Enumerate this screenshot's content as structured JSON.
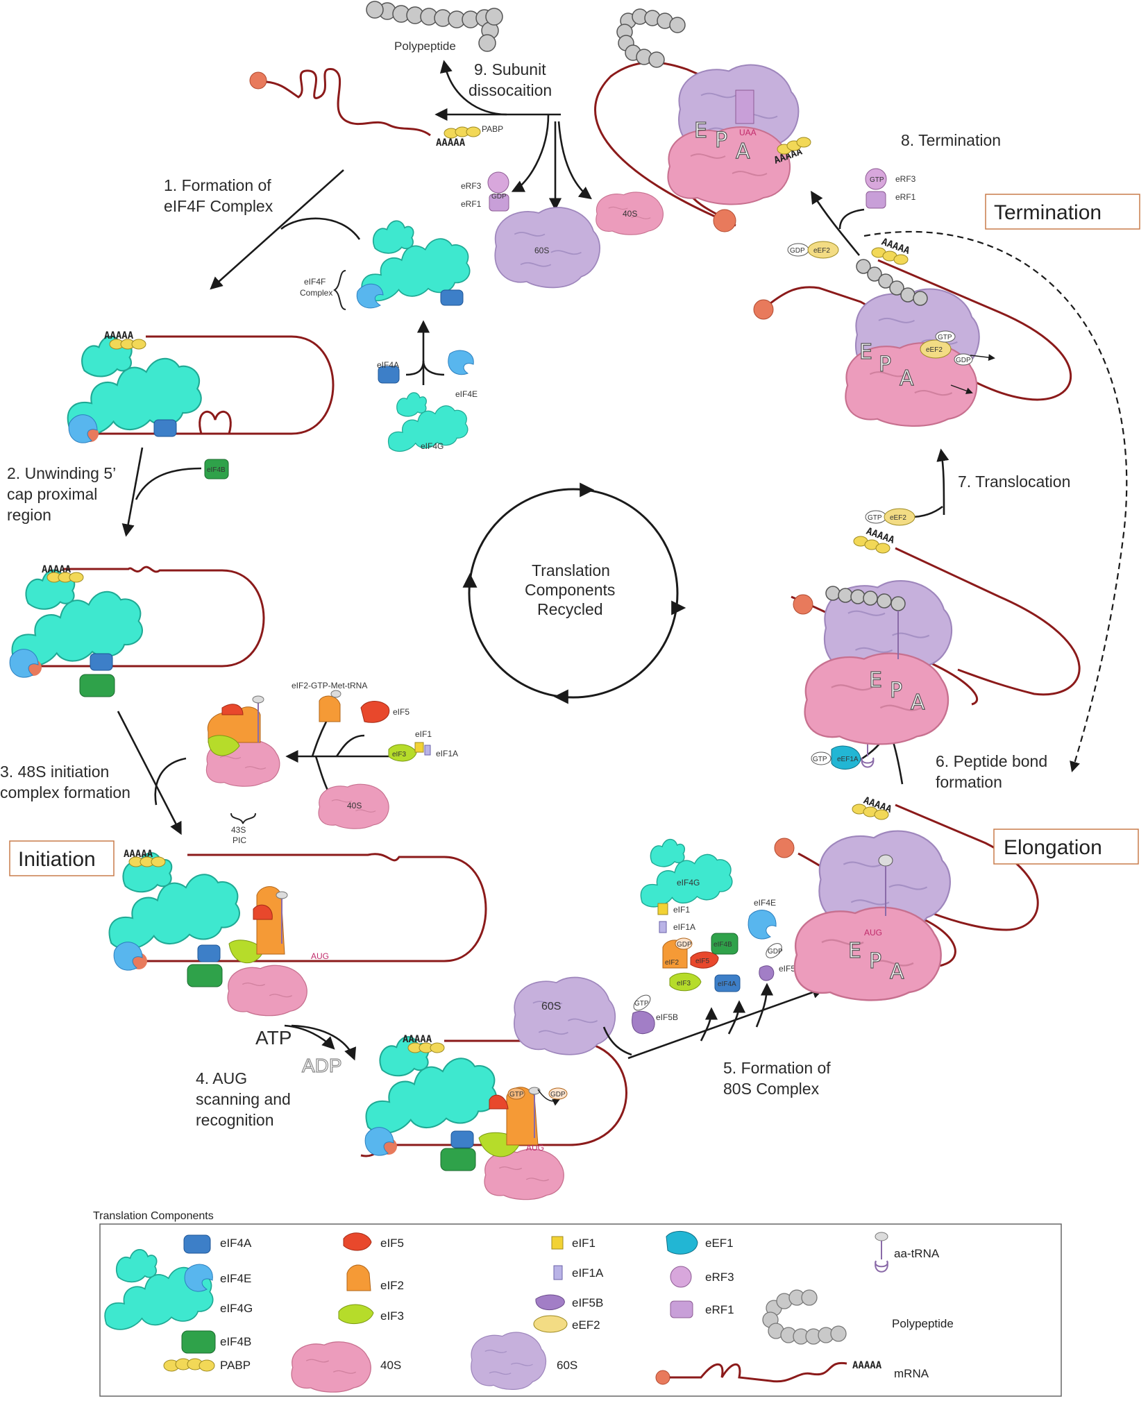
{
  "steps": {
    "s1": "1. Formation of",
    "s1b": "eIF4F Complex",
    "s2": "2. Unwinding 5’",
    "s2b": "cap proximal",
    "s2c": "region",
    "s3": "3. 48S initiation",
    "s3b": "complex formation",
    "s4": "4. AUG",
    "s4b": "scanning and",
    "s4c": "recognition",
    "s5": "5. Formation of",
    "s5b": "80S Complex",
    "s6": "6. Peptide bond",
    "s6b": "formation",
    "s7": "7. Translocation",
    "s8": "8. Termination",
    "s9": "9. Subunit",
    "s9b": "dissocaition"
  },
  "phases": {
    "initiation": "Initiation",
    "elongation": "Elongation",
    "termination": "Termination"
  },
  "center": {
    "line1": "Translation",
    "line2": "Components",
    "line3": "Recycled"
  },
  "labels": {
    "polypeptide": "Polypeptide",
    "pabp": "PABP",
    "eif4f_complex_1": "eIF4F",
    "eif4f_complex_2": "Complex",
    "eif4a": "eIF4A",
    "eif4e": "eIF4E",
    "eif4g": "eIF4G",
    "eif4b": "eIF4B",
    "erf3": "eRF3",
    "erf1": "eRF1",
    "gdp": "GDP",
    "gtp": "GTP",
    "s60": "60S",
    "s40": "40S",
    "eef2": "eEF2",
    "eef1a": "eEF1A",
    "eif2_gtp_met": "eIF2-GTP-Met-tRNA",
    "eif5": "eIF5",
    "eif1": "eIF1",
    "eif1a": "eIF1A",
    "eif3": "eIF3",
    "eif2": "eIF2",
    "eif5b": "eIF5B",
    "pic_43s_1": "43S",
    "pic_43s_2": "PIC",
    "aug": "AUG",
    "uaa": "UAA",
    "atp": "ATP",
    "adp": "ADP",
    "polyA": "AAAAA",
    "site_e": "E",
    "site_p": "P",
    "site_a": "A"
  },
  "legend": {
    "title": "Translation Components",
    "eif4a": "eIF4A",
    "eif4e": "eIF4E",
    "eif4g": "eIF4G",
    "eif4b": "eIF4B",
    "pabp": "PABP",
    "eif5": "eIF5",
    "eif2": "eIF2",
    "eif3": "eIF3",
    "s40": "40S",
    "eif1": "eIF1",
    "eif1a": "eIF1A",
    "eif5b": "eIF5B",
    "eef2": "eEF2",
    "s60": "60S",
    "eef1": "eEF1",
    "erf3": "eRF3",
    "erf1": "eRF1",
    "aatrna": "aa-tRNA",
    "polypeptide": "Polypeptide",
    "mrna": "mRNA"
  },
  "colors": {
    "mrna": "#8b1a1a",
    "eif4g": "#3ee8cf",
    "eif4a": "#3d7fc8",
    "eif4e": "#58b6ee",
    "eif4b": "#2fa24a",
    "pabp": "#f2d857",
    "eif5": "#e8482c",
    "eif2": "#f59a36",
    "eif3": "#b6dc2a",
    "s40": "#ec9cbc",
    "s60": "#c6b0dc",
    "eif1": "#f2d234",
    "eif1a": "#b9b3e6",
    "eif5b": "#a27ec6",
    "eef2": "#f3dc84",
    "eef1": "#22b6d4",
    "erf3": "#d8a7dc",
    "erf1": "#c89fd8",
    "polypeptide": "#bdbdbd",
    "cap": "#e87a5c",
    "aug": "#c02a6a",
    "label_box": "#c97c4a"
  }
}
